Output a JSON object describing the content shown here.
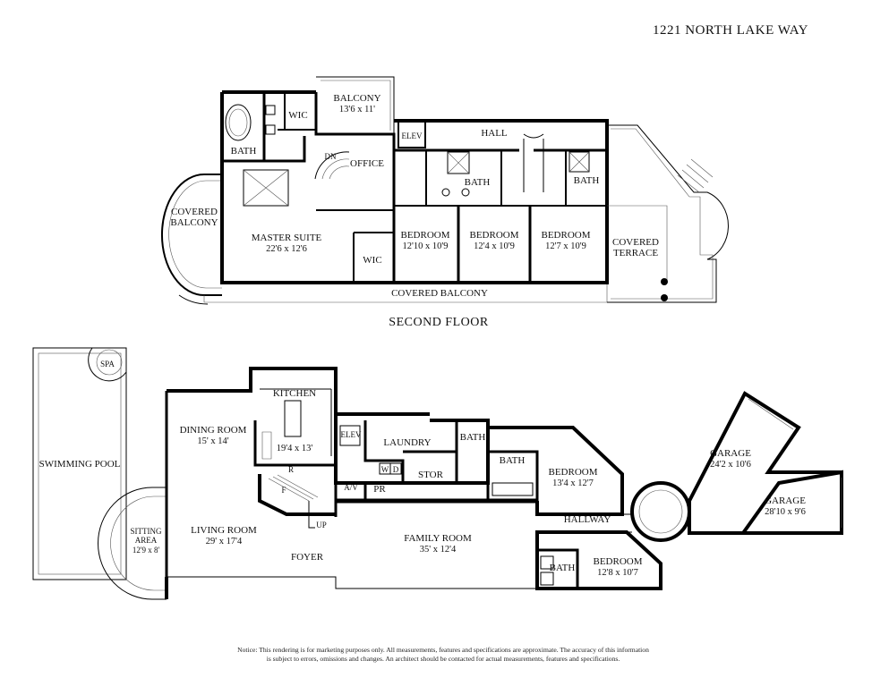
{
  "header": {
    "address": "1221 NORTH LAKE WAY"
  },
  "second_floor": {
    "caption": "SECOND FLOOR",
    "rooms": {
      "balcony": {
        "name": "BALCONY",
        "dims": "13'6 x 11'"
      },
      "wic_top": {
        "name": "WIC"
      },
      "bath_master": {
        "name": "BATH"
      },
      "elev": {
        "name": "ELEV"
      },
      "hall": {
        "name": "HALL"
      },
      "dn": {
        "name": "DN"
      },
      "office": {
        "name": "OFFICE"
      },
      "bath_hall": {
        "name": "BATH"
      },
      "bath_right": {
        "name": "BATH"
      },
      "covered_balcony_left_1": {
        "name": "COVERED"
      },
      "covered_balcony_left_2": {
        "name": "BALCONY"
      },
      "master_suite": {
        "name": "MASTER SUITE",
        "dims": "22'6 x 12'6"
      },
      "bedroom_1": {
        "name": "BEDROOM",
        "dims": "12'10 x 10'9"
      },
      "bedroom_2": {
        "name": "BEDROOM",
        "dims": "12'4 x 10'9"
      },
      "bedroom_3": {
        "name": "BEDROOM",
        "dims": "12'7 x 10'9"
      },
      "covered_terrace_1": {
        "name": "COVERED"
      },
      "covered_terrace_2": {
        "name": "TERRACE"
      },
      "wic_bottom": {
        "name": "WIC"
      },
      "covered_balcony_bottom": {
        "name": "COVERED BALCONY"
      }
    }
  },
  "first_floor": {
    "rooms": {
      "spa": {
        "name": "SPA"
      },
      "swimming_pool": {
        "name": "SWIMMING POOL"
      },
      "kitchen": {
        "name": "KITCHEN",
        "dims": "19'4 x 13'"
      },
      "dining_room": {
        "name": "DINING ROOM",
        "dims": "15' x 14'"
      },
      "elev": {
        "name": "ELEV"
      },
      "laundry": {
        "name": "LAUNDRY"
      },
      "bath_laundry": {
        "name": "BATH"
      },
      "stor": {
        "name": "STOR"
      },
      "w": {
        "name": "W"
      },
      "d": {
        "name": "D"
      },
      "r": {
        "name": "R"
      },
      "f": {
        "name": "F"
      },
      "av": {
        "name": "A/V"
      },
      "pr": {
        "name": "PR"
      },
      "up": {
        "name": "UP"
      },
      "bath_bedroom": {
        "name": "BATH"
      },
      "bedroom_a": {
        "name": "BEDROOM",
        "dims": "13'4 x 12'7"
      },
      "garage_1": {
        "name": "GARAGE",
        "dims": "24'2 x 10'6"
      },
      "garage_2": {
        "name": "GARAGE",
        "dims": "28'10 x 9'6"
      },
      "sitting_area_1": {
        "name": "SITTING"
      },
      "sitting_area_2": {
        "name": "AREA"
      },
      "sitting_area_dims": {
        "dims": "12'9 x 8'"
      },
      "living_room": {
        "name": "LIVING ROOM",
        "dims": "29' x 17'4"
      },
      "foyer": {
        "name": "FOYER"
      },
      "family_room": {
        "name": "FAMILY ROOM",
        "dims": "35' x 12'4"
      },
      "hallway": {
        "name": "HALLWAY"
      },
      "bath_lower": {
        "name": "BATH"
      },
      "bedroom_b": {
        "name": "BEDROOM",
        "dims": "12'8 x 10'7"
      }
    }
  },
  "notice": {
    "line1": "Notice: This rendering is for marketing purposes only. All measurements, features and specifications are approximate. The accuracy of this information",
    "line2": "is subject to errors, omissions and changes. An architect should be contacted for actual measurements, features and specifications."
  }
}
